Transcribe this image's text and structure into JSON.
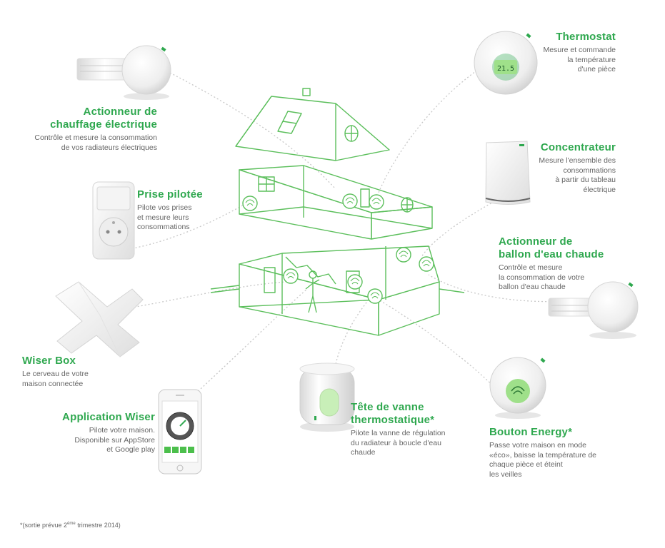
{
  "products": {
    "actionneur_chauffage": {
      "title_line1": "Actionneur de",
      "title_line2": "chauffage électrique",
      "desc_line1": "Contrôle et mesure la consommation",
      "desc_line2": "de vos radiateurs électriques"
    },
    "prise_pilotee": {
      "title": "Prise pilotée",
      "desc_line1": "Pilote vos prises",
      "desc_line2": "et mesure leurs",
      "desc_line3": "consommations"
    },
    "wiser_box": {
      "title": "Wiser Box",
      "desc_line1": "Le cerveau de votre",
      "desc_line2": "maison connectée"
    },
    "application_wiser": {
      "title": "Application Wiser",
      "desc_line1": "Pilote votre maison.",
      "desc_line2": "Disponible sur AppStore",
      "desc_line3": "et Google play"
    },
    "tete_vanne": {
      "title_line1": "Tête de vanne",
      "title_line2": "thermostatique*",
      "desc_line1": "Pilote la vanne de régulation",
      "desc_line2": "du radiateur à boucle d'eau",
      "desc_line3": "chaude"
    },
    "thermostat": {
      "title": "Thermostat",
      "desc_line1": "Mesure et commande",
      "desc_line2": "la température",
      "desc_line3": "d'une pièce"
    },
    "concentrateur": {
      "title": "Concentrateur",
      "desc_line1": "Mesure l'ensemble des",
      "desc_line2": "consommations",
      "desc_line3": "à partir du tableau",
      "desc_line4": "électrique"
    },
    "actionneur_ballon": {
      "title_line1": "Actionneur de",
      "title_line2": "ballon d'eau chaude",
      "desc_line1": "Contrôle et mesure",
      "desc_line2": "la consommation de votre",
      "desc_line3": "ballon d'eau chaude"
    },
    "bouton_energy": {
      "title": "Bouton Energy*",
      "desc_line1": "Passe votre maison en mode",
      "desc_line2": "«éco», baisse la température de",
      "desc_line3": "chaque pièce et éteint",
      "desc_line4": "les veilles"
    }
  },
  "device_screens": {
    "thermostat_reading": "21.5"
  },
  "footnote": {
    "prefix": "*(sortie prévue 2",
    "sup": "ème",
    "suffix": " trimestre 2014)"
  },
  "colors": {
    "accent_green": "#2fa84f",
    "house_line": "#5cbf5c",
    "text_grey": "#666666",
    "connector": "#c8c8c8"
  }
}
